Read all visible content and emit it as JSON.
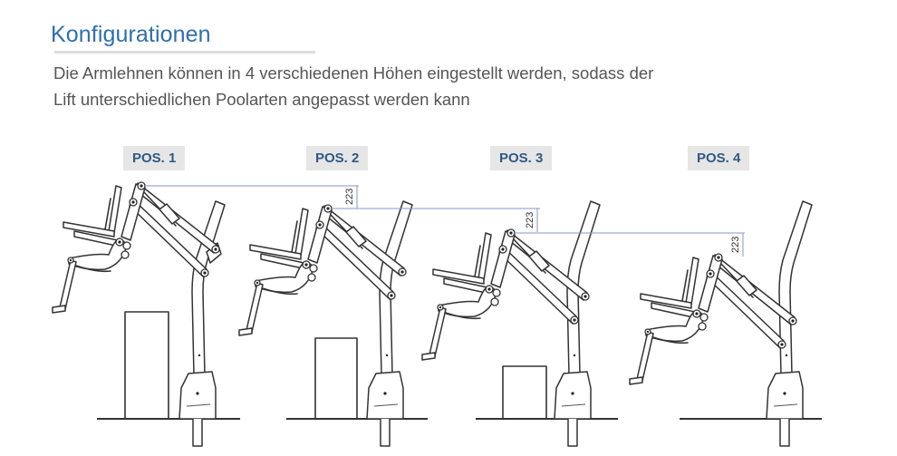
{
  "header": {
    "title": "Konfigurationen",
    "description_line1": "Die Armlehnen können in 4 verschiedenen Höhen eingestellt werden, sodass der",
    "description_line2": "Lift unterschiedlichen Poolarten angepasst werden kann"
  },
  "positions": [
    {
      "label": "POS. 1",
      "dimension": null
    },
    {
      "label": "POS. 2",
      "dimension": "223"
    },
    {
      "label": "POS. 3",
      "dimension": "223"
    },
    {
      "label": "POS. 4",
      "dimension": "223"
    }
  ],
  "colors": {
    "title": "#2e6fad",
    "label_text": "#2f5a86",
    "label_bg": "#e6e6e6",
    "body_text": "#555555",
    "dimension_line": "#8a96c8"
  }
}
